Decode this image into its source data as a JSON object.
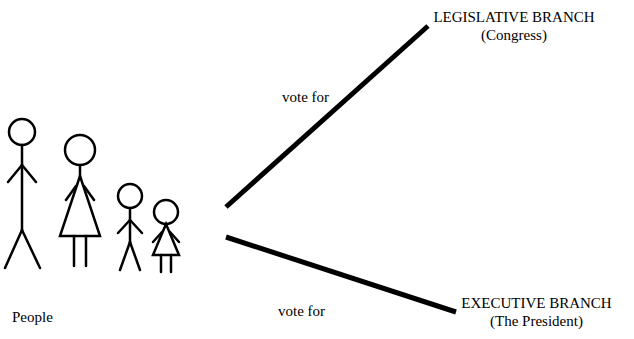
{
  "diagram": {
    "nodes": [
      {
        "text": [
          "People"
        ]
      },
      {
        "text": [
          "LEGISLATIVE BRANCH",
          "(Congress)"
        ]
      },
      {
        "text": [
          "EXECUTIVE BRANCH",
          "(The President)"
        ]
      }
    ],
    "edges": [
      {
        "from": 0,
        "to": 1,
        "label": "vote for",
        "arrow": "none"
      },
      {
        "from": 0,
        "to": 2,
        "label": "vote for",
        "arrow": "none"
      }
    ]
  }
}
